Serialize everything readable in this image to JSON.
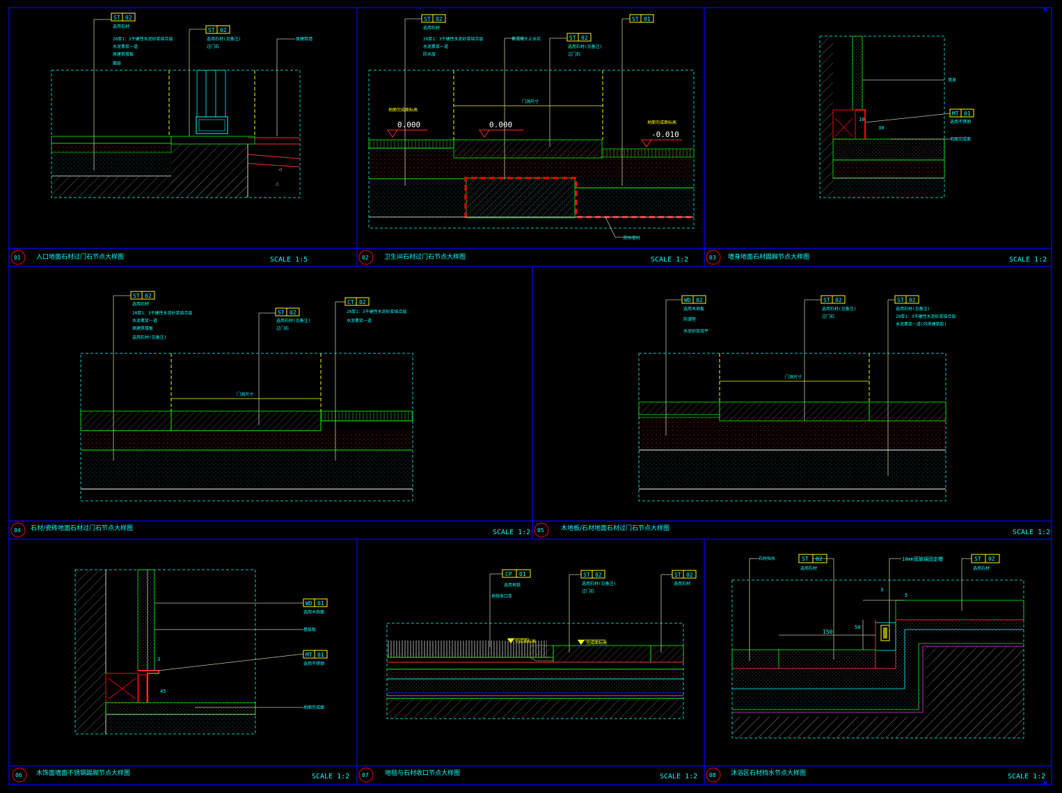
{
  "colors": {
    "frame": "#0000ff",
    "cyan": "#00ffff",
    "green": "#00ff00",
    "red": "#ff0000",
    "yellow": "#ffff00",
    "white": "#ffffff",
    "leader": "#c8c8a0"
  },
  "panels": [
    {
      "number": "01",
      "title": "入口地面石材过门石节点大样图",
      "scale": "SCALE 1:5",
      "tags": [
        {
          "code": "ST",
          "id": "02"
        },
        {
          "code": "ST",
          "id": "02"
        }
      ],
      "notes": [
        "选用石材",
        "20厚1：3干硬性水泥砂浆结合层",
        "水泥素浆一道",
        "原建筑楼板",
        "面层",
        "选用石材(见备注)",
        "过门石",
        "原建筑墙"
      ]
    },
    {
      "number": "02",
      "title": "卫生间石材过门石节点大样图",
      "scale": "SCALE 1:2",
      "tags": [
        {
          "code": "ST",
          "id": "02"
        },
        {
          "code": "ST",
          "id": "02"
        },
        {
          "code": "ST",
          "id": "01"
        }
      ],
      "levels": [
        "0.000",
        "0.000",
        "-0.010"
      ],
      "level_notes": [
        "地面完成面标高",
        "地面完成面标高"
      ],
      "notes": [
        "选用石材",
        "20厚1：3干硬性水泥砂浆结合层",
        "水泥素浆一道",
        "防水层",
        "素混凝土止水坎",
        "选用石材(见备注)",
        "过门石",
        "门洞尺寸",
        "防水卷材"
      ]
    },
    {
      "number": "03",
      "title": "墙身地面石材踢脚节点大样图",
      "scale": "SCALE 1:2",
      "tags": [
        {
          "code": "MT",
          "id": "01"
        }
      ],
      "dims": [
        "10",
        "30"
      ],
      "notes": [
        "墙身",
        "选用不锈钢",
        "地面完成面"
      ]
    },
    {
      "number": "04",
      "title": "石材/瓷砖地面石材过门石节点大样图",
      "scale": "SCALE 1:2",
      "tags": [
        {
          "code": "ST",
          "id": "02"
        },
        {
          "code": "ST",
          "id": "02"
        },
        {
          "code": "CT",
          "id": "02"
        }
      ],
      "notes": [
        "选用石材",
        "20厚1：3干硬性水泥砂浆结合层",
        "水泥素浆一道",
        "原建筑楼板",
        "选用石材(见备注)",
        "过门石",
        "门洞尺寸"
      ]
    },
    {
      "number": "05",
      "title": "木地板/石材地面石材过门石节点大样图",
      "scale": "SCALE 1:2",
      "tags": [
        {
          "code": "WD",
          "id": "02"
        },
        {
          "code": "ST",
          "id": "02"
        },
        {
          "code": "ST",
          "id": "02"
        }
      ],
      "notes": [
        "选用木地板",
        "防潮垫",
        "水泥砂浆找平",
        "选用石材(见备注)",
        "过门石",
        "门洞尺寸",
        "20厚1：3干硬性水泥砂浆结合层",
        "水泥素浆一道(内掺建筑胶)"
      ]
    },
    {
      "number": "06",
      "title": "木饰面墙面不锈钢踢脚节点大样图",
      "scale": "SCALE 1:2",
      "tags": [
        {
          "code": "WD",
          "id": "01"
        },
        {
          "code": "MT",
          "id": "01"
        }
      ],
      "dims": [
        "3",
        "45"
      ],
      "notes": [
        "选用木饰面",
        "基层板",
        "选用不锈钢",
        "地面完成面"
      ]
    },
    {
      "number": "07",
      "title": "地毯与石材收口节点大样图",
      "scale": "SCALE 1:2",
      "tags": [
        {
          "code": "CP",
          "id": "01"
        },
        {
          "code": "ST",
          "id": "02"
        },
        {
          "code": "ST",
          "id": "02"
        }
      ],
      "levels_small": [
        "完成面标高",
        "完成面标高"
      ],
      "notes": [
        "选用地毯",
        "地毯收口条",
        "选用石材(见备注)",
        "过门石",
        "选用石材"
      ]
    },
    {
      "number": "08",
      "title": "沐浴区石材挡水节点大样图",
      "scale": "SCALE 1:2",
      "tags": [
        {
          "code": "ST",
          "id": "02"
        },
        {
          "code": "ST",
          "id": "02"
        }
      ],
      "dims": [
        "150",
        "50",
        "3",
        "5"
      ],
      "notes": [
        "石材挡水",
        "选用石材",
        "10mm宽玻璃固定槽",
        "选用石材"
      ]
    }
  ]
}
